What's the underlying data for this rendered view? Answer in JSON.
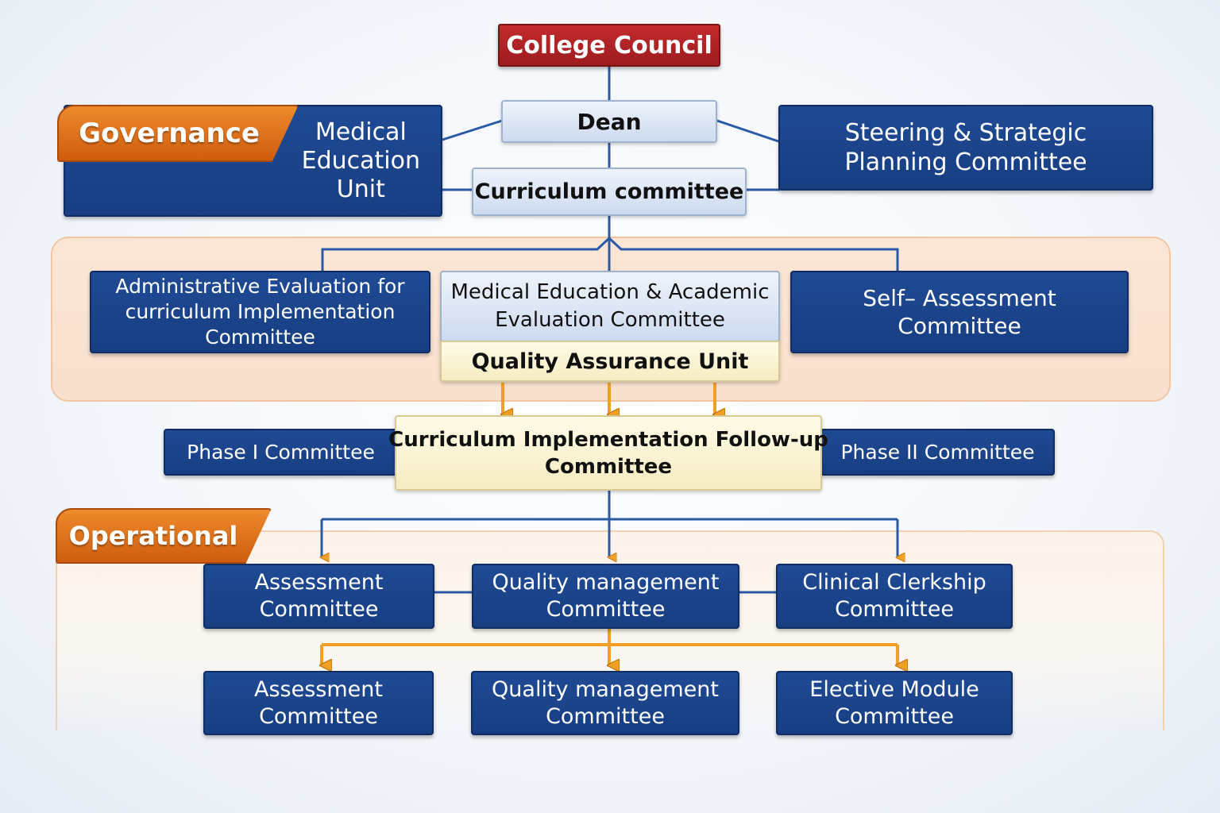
{
  "sections": {
    "governance": "Governance",
    "operational": "Operational"
  },
  "top": {
    "college_council": "College Council",
    "dean": "Dean",
    "medical_education_unit": [
      "Medical",
      "Education",
      "Unit"
    ],
    "steering_committee": [
      "Steering & Strategic",
      "Planning Committee"
    ],
    "curriculum_committee": "Curriculum committee"
  },
  "middle": {
    "admin_evaluation": [
      "Administrative Evaluation for",
      "curriculum Implementation",
      "Committee"
    ],
    "med_ed_academic_eval": [
      "Medical Education & Academic",
      "Evaluation Committee"
    ],
    "quality_assurance_unit": "Quality Assurance Unit",
    "self_assessment": [
      "Self– Assessment",
      "Committee"
    ]
  },
  "implementation": {
    "phase_one": "Phase I Committee",
    "follow_up": [
      "Curriculum Implementation Follow-up",
      "Committee"
    ],
    "phase_two": "Phase II Committee"
  },
  "operational": {
    "row1": [
      [
        "Assessment",
        "Committee"
      ],
      [
        "Quality management",
        "Committee"
      ],
      [
        "Clinical Clerkship",
        "Committee"
      ]
    ],
    "row2": [
      [
        "Assessment",
        "Committee"
      ],
      [
        "Quality management",
        "Committee"
      ],
      [
        "Elective Module",
        "Committee"
      ]
    ]
  },
  "colors": {
    "navy": "#1b428a",
    "orange": "#e07a1f",
    "red": "#b32325",
    "blue_line": "#2a5aa5",
    "orange_line": "#f0a025"
  }
}
